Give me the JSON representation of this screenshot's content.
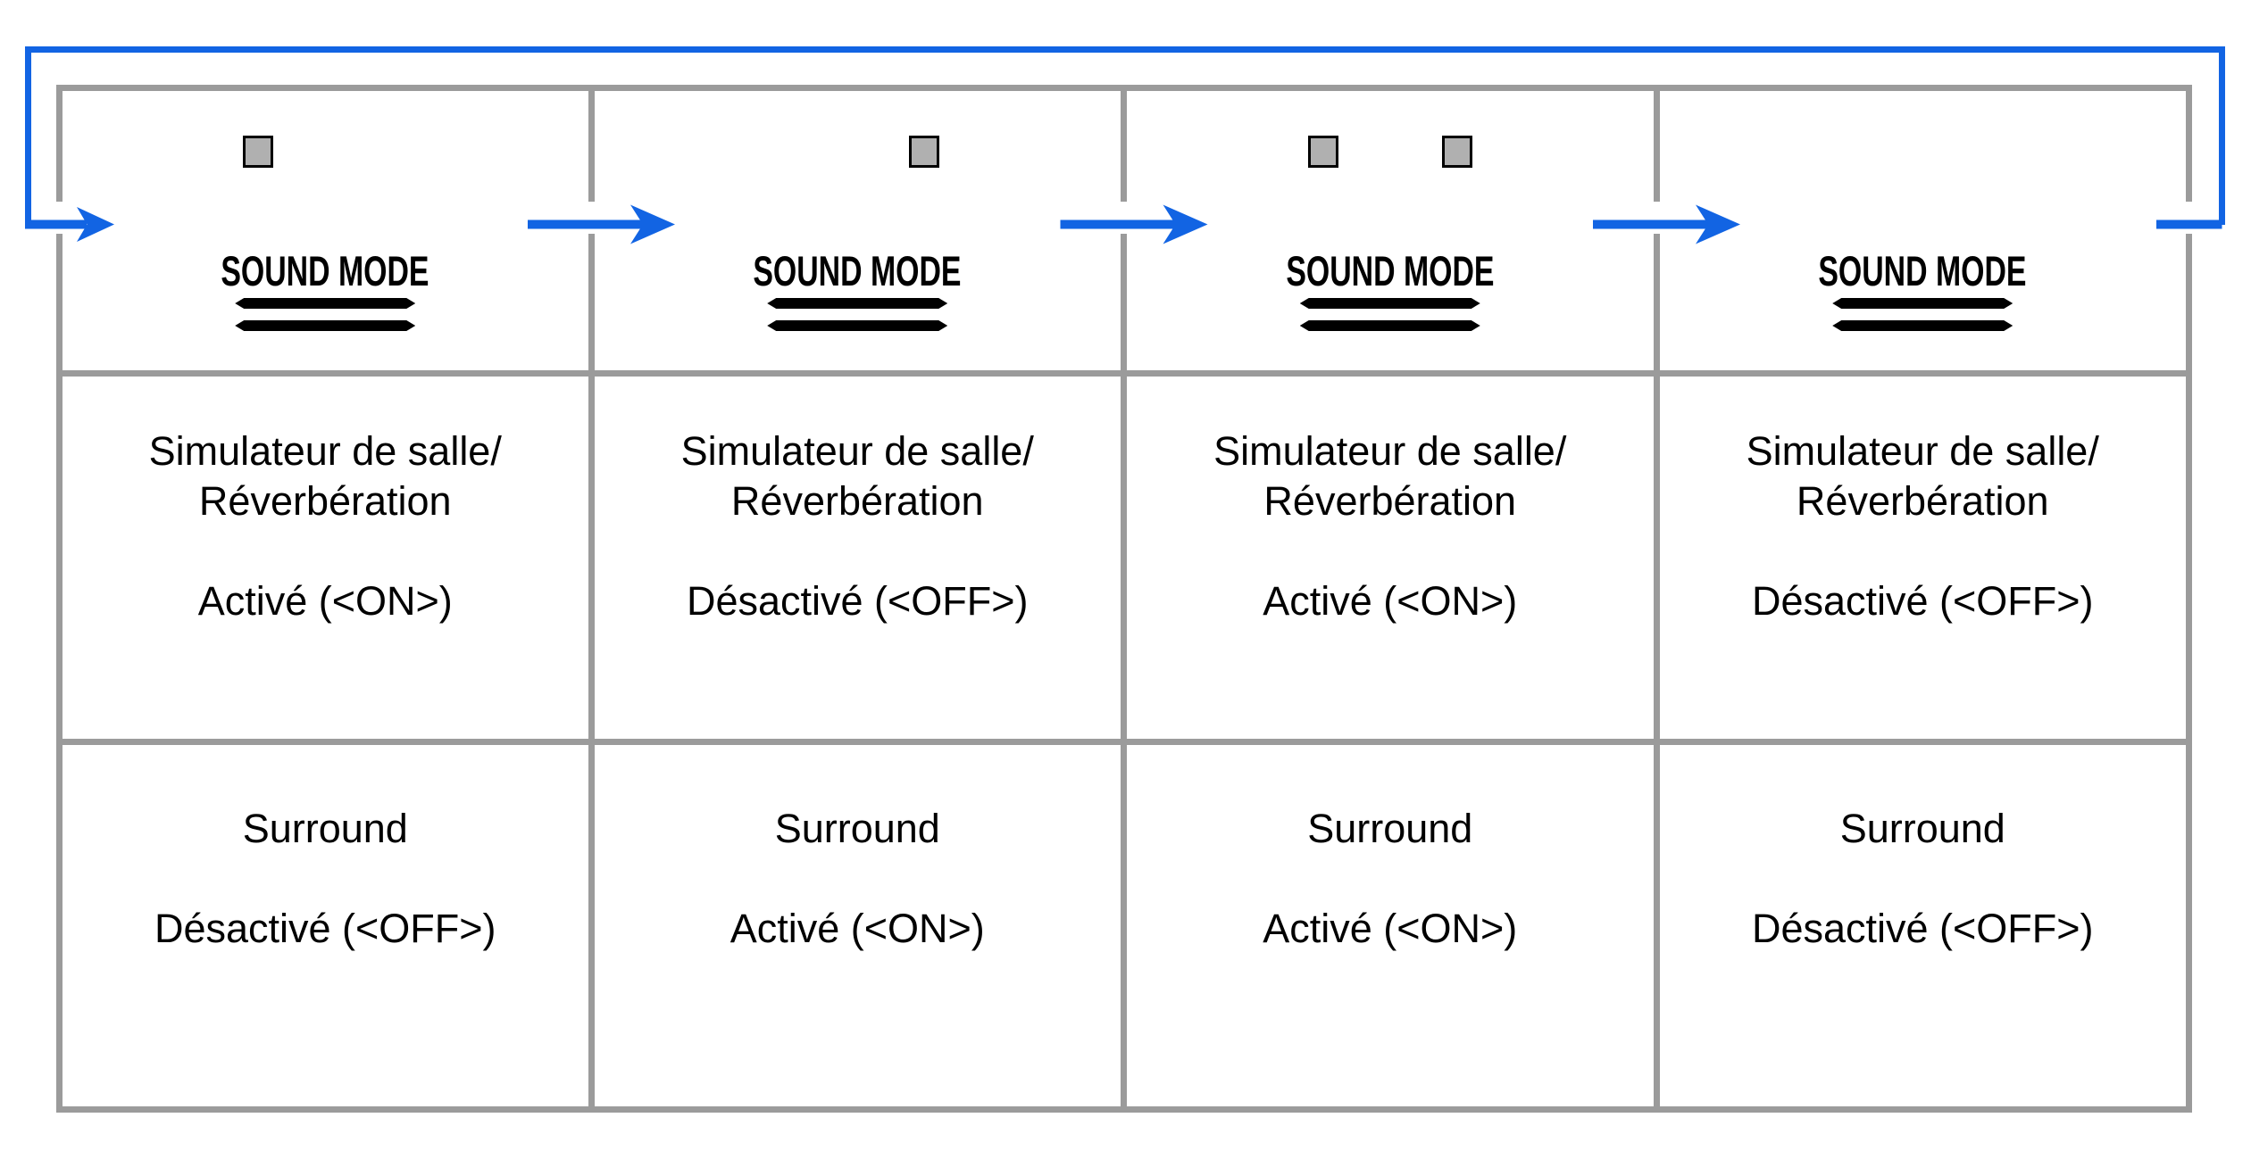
{
  "diagram": {
    "description": "SOUND MODE button cycle diagram",
    "button_label": "SOUND MODE",
    "columns": [
      {
        "indicators": {
          "left": true,
          "right": false
        },
        "cells": [
          {
            "title_lines": [
              "Simulateur de salle/",
              "Réverbération"
            ],
            "state": "Activé (<ON>)"
          },
          {
            "title_lines": [
              "Surround"
            ],
            "state": "Désactivé (<OFF>)"
          }
        ]
      },
      {
        "indicators": {
          "left": false,
          "right": true
        },
        "cells": [
          {
            "title_lines": [
              "Simulateur de salle/",
              "Réverbération"
            ],
            "state": "Désactivé (<OFF>)"
          },
          {
            "title_lines": [
              "Surround"
            ],
            "state": "Activé (<ON>)"
          }
        ]
      },
      {
        "indicators": {
          "left": true,
          "right": true
        },
        "cells": [
          {
            "title_lines": [
              "Simulateur de salle/",
              "Réverbération"
            ],
            "state": "Activé (<ON>)"
          },
          {
            "title_lines": [
              "Surround"
            ],
            "state": "Activé (<ON>)"
          }
        ]
      },
      {
        "indicators": {
          "left": false,
          "right": false
        },
        "cells": [
          {
            "title_lines": [
              "Simulateur de salle/",
              "Réverbération"
            ],
            "state": "Désactivé (<OFF>)"
          },
          {
            "title_lines": [
              "Surround"
            ],
            "state": "Désactivé (<OFF>)"
          }
        ]
      }
    ]
  },
  "colors": {
    "arrow_blue": "#1264e3",
    "border_gray": "#9b9b9b",
    "indicator_fill": "#b0b0b0"
  }
}
